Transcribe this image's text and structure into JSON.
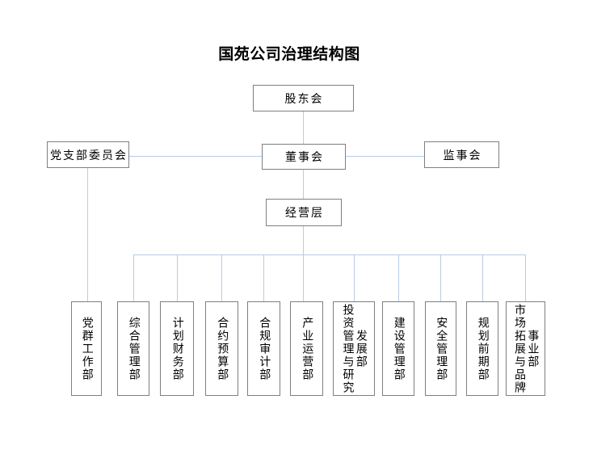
{
  "title": "国苑公司治理结构图",
  "nodes": {
    "shareholders": {
      "label": "股东会"
    },
    "party_branch_committee": {
      "label": "党支部委员会"
    },
    "board_of_directors": {
      "label": "董事会"
    },
    "supervisory_board": {
      "label": "监事会"
    },
    "management_level": {
      "label": "经营层"
    }
  },
  "departments": [
    {
      "label": "党群工作部"
    },
    {
      "label": "综合管理部"
    },
    {
      "label": "计划财务部"
    },
    {
      "label": "合约预算部"
    },
    {
      "label": "合规审计部"
    },
    {
      "label": "产业运营部"
    },
    {
      "label": "投资管理与研究发展部",
      "columns": [
        "投资管理与研究",
        "发展部"
      ]
    },
    {
      "label": "建设管理部"
    },
    {
      "label": "安全管理部"
    },
    {
      "label": "规划前期部"
    },
    {
      "label": "市场拓展与品牌事业部",
      "columns": [
        "市场拓展与品牌",
        "事业部"
      ]
    }
  ],
  "colors": {
    "connector": "#b8cce4",
    "box_border": "#7f7f7f",
    "text_color": "#000000",
    "page_bg": "#ffffff"
  }
}
